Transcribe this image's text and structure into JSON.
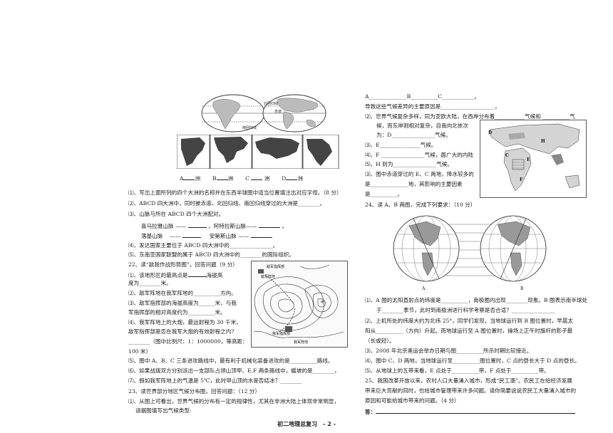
{
  "left": {
    "continent_labels": [
      "A",
      "洲",
      "B",
      "洲",
      "C",
      "洲",
      "D",
      "洲"
    ],
    "q21_1": "⑴、写出上面所列的四个大洲的名称并在东西半球图中适当位置填注出对应字母。（8 分）",
    "q21_2": "⑵、ABCD 四大洲中，同时被赤道、北回归线、南回归线穿过的大洲是________。",
    "q21_3": "⑶、山脉与所在 ABCD 四个大洲配对。",
    "mountain_1a": "喜马拉雅山脉",
    "mountain_1b": "，阿特拉斯山脉",
    "mountain_2a": "落基山脉",
    "mountain_2b": "安第斯山脉",
    "q21_4": "⑷、发达国家主要位于 ABCD 四大洲中的________________。",
    "q21_5": "⑸、东南亚国家联盟的属于 ABCD 四大洲中的________的国际组织。",
    "q22_title": "22、读“敌我作战形势图”，回答问题（9 分）",
    "q22_1a": "⑴、该地形区的最高点是",
    "q22_1b": "海拔高",
    "q22_1c": "度为________米。",
    "q22_2": "⑵、敌军阵地在我军阵地的__________方向。",
    "q22_3a": "⑶、敌军指挥部的海拔高度为______米，与我",
    "q22_3b": "军指挥部的相对高度约为__________米。",
    "q22_4a": "⑷、我军阵地上的大炮，最远射程为 30 千米，",
    "q22_4b": "敌军指挥部是否在我军大炮的有效射程之内?",
    "q22_4c": "________（图中比例尺：1：1000000，等高距：",
    "q22_4d": "100 米）",
    "q22_5": "⑸、图中 A、B、C 三条进攻路线中，最有利于机械化装备进攻的是__________路线。",
    "q22_6": "⑹、如果战拨双方分别派出一支部队占领山顶甲、E.F 两条路线中，缓坡的是________，",
    "q22_7": "⑺、假如我军阵地上的气温是 5℃，此时甲山顶的水是否结冰？________",
    "q23_title": "23、读世界部分地区气候分布图，回答问题：（12 分）",
    "q23_1a": "⑴、从图上可看出，世界气候的分布有一定的规律性，尤其在非洲大陆上体现非常明显，",
    "q23_1b": "请据图填写出气候类型:",
    "map_labels": [
      "敌军指挥部",
      "敌军阵地",
      "我军指挥部",
      "我军阵地",
      "甲"
    ],
    "hemisphere_labels": [
      "北回归线",
      "赤道",
      "南回归线"
    ]
  },
  "right": {
    "r1": "A______________B__________C____________。",
    "r2": "导致这些气候差异的主要原因是____________________。",
    "r3a": "⑵、世界气候复杂多样，同为亚欧大陆，在西岸分布着___________气候和 __________气",
    "r3b": "候，而东岸则相对复杂，自南向北依次",
    "r3c": "为：D________________气候。",
    "r4": "⑶、E_______________气候。",
    "r5": "⑷、F ________________气候，面广大的内陆",
    "r6": "⑸、H 则为________________气候。",
    "r7a": "⑶、图中赤道穿过的 E、C 两地，降水较多的",
    "r7b": "是______________地，其影响的主要因素",
    "r7c": "是__________。",
    "q24_title": "24、读 A、B 两图，完成下列要求：（10 分）",
    "globe_labels": [
      "A",
      "B"
    ],
    "climate_map_labels": [
      "D",
      "H",
      "C",
      "E",
      "F"
    ],
    "q24_1a": "⑴、A 图的太阳直射点的纬度是__________，南极圈内出现________现象。B 图表示南半球处",
    "q24_1b": "于________季节，此时到南极洲进行科学考察是否合适？________________",
    "q24_2a": "⑵、上机所处的纬度大约为北纬 25°，同学们发现，当地球运行到 B 图位置时，早晨太",
    "q24_2b": "阳从__________（方向）升起。而地球运行至 A 图位置时，操场上正午时旗杆的影子最",
    "q24_2c": "（长或短）。",
    "q24_3": "⑶、2008 年北京奥运会举办日期与图__________所示时期比较接近。",
    "q24_4": "⑷、图中 C、D 两地，当地球运行至__________图位置时，C 点的昼长大于 D 点的昼长。",
    "q24_5": "⑸、从地球上的五带来看，E 点处于__________带，F 点处于__________带。",
    "q25a": "25、我国改革开放以来，农村人口大量涌入城市，形成“民工潮”。农民工在给经济发展",
    "q25b": "带来巨大贡献的同时，也给城市管理带来许多问题。请你简要说说农民工大量涌入城市的",
    "q25c": "原因和可能给城市带来的问题。（4 分）",
    "answer_label": "答："
  },
  "footer": "初二地理总复习　- 2 -"
}
